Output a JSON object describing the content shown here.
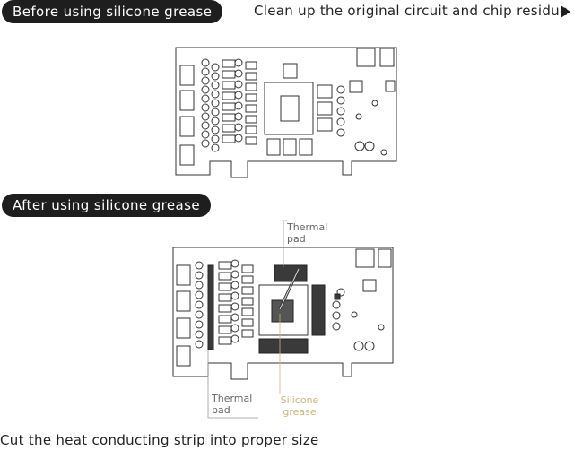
{
  "before": {
    "label": "Before using silicone grease"
  },
  "after": {
    "label": "After using silicone grease"
  },
  "caption_top": "Clean up the original circuit and chip residue",
  "caption_bottom": "Cut the heat conducting strip into proper size",
  "labels": {
    "thermal_pad_top_line1": "Thermal",
    "thermal_pad_top_line2": "pad",
    "thermal_pad_bottom_line1": "Thermal",
    "thermal_pad_bottom_line2": "pad",
    "silicone_grease_line1": "Silicone",
    "silicone_grease_line2": "grease"
  },
  "colors": {
    "pill_bg": "#1e1e1e",
    "grease_label": "#c9b77a",
    "pad_dark": "#3a3a3a"
  }
}
